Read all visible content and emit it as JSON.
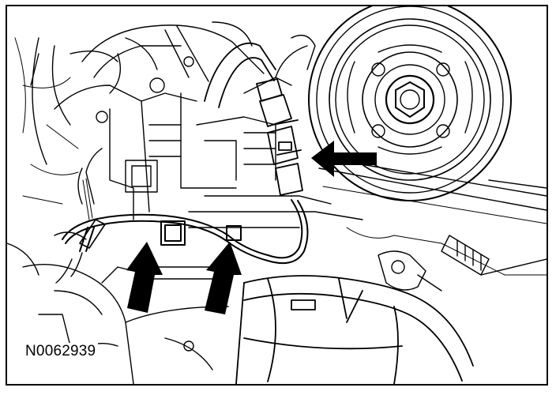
{
  "figure": {
    "id_label": "N0062939"
  },
  "colors": {
    "line": "#000000",
    "background": "#ffffff"
  },
  "icons": [
    "callout-arrow",
    "callout-arrow",
    "callout-arrow"
  ]
}
